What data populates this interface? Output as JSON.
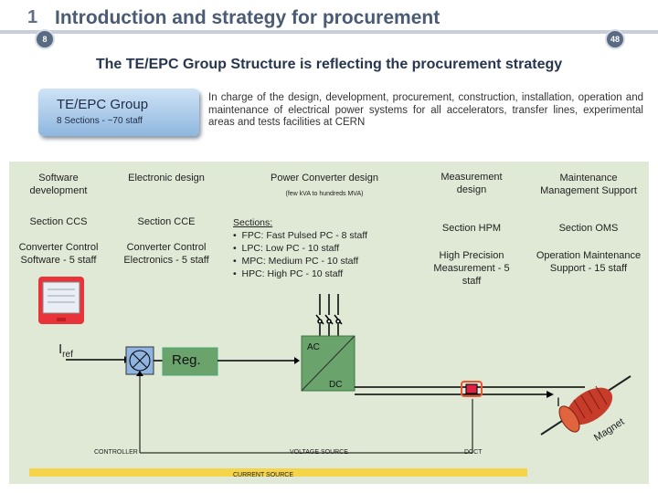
{
  "header": {
    "number": "1",
    "title": "Introduction and strategy for procurement",
    "left_badge": "8",
    "page_badge": "48"
  },
  "subtitle": "The TE/EPC Group Structure is reflecting the procurement strategy",
  "group": {
    "title": "TE/EPC Group",
    "sub": "8 Sections -  ~70 staff"
  },
  "charge_text": "In charge of the design, development, procurement, construction, installation, operation and maintenance of electrical power systems for all accelerators, transfer lines, experimental areas and tests facilities at CERN",
  "columns": {
    "software": {
      "title": "Software development",
      "section": "Section CCS",
      "staff": "Converter Control Software - 5 staff"
    },
    "electronic": {
      "title": "Electronic design",
      "section": "Section CCE",
      "staff": "Converter Control Electronics - 5 staff"
    },
    "power": {
      "title": "Power Converter design",
      "range": "(few kVA to hundreds MVA)",
      "sections_label": "Sections:",
      "items": [
        "FPC:  Fast Pulsed PC - 8 staff",
        "LPC:  Low PC - 10 staff",
        "MPC: Medium PC - 10 staff",
        "HPC: High PC - 10 staff"
      ]
    },
    "measurement": {
      "title": "Measurement design",
      "section": "Section HPM",
      "staff": "High Precision Measurement - 5 staff"
    },
    "maintenance": {
      "title": "Maintenance Management Support",
      "section": "Section OMS",
      "staff": "Operation Maintenance Support - 15 staff"
    }
  },
  "diagram": {
    "iref_main": "I",
    "iref_sub": "ref",
    "reg": "Reg.",
    "ac": "AC",
    "dc": "DC",
    "i_label": "I",
    "magnet": "Magnet",
    "controller": "CONTROLLER",
    "voltage_source": "VOLTAGE SOURCE",
    "dcct": "DCCT",
    "current_source": "CURRENT SOURCE"
  }
}
